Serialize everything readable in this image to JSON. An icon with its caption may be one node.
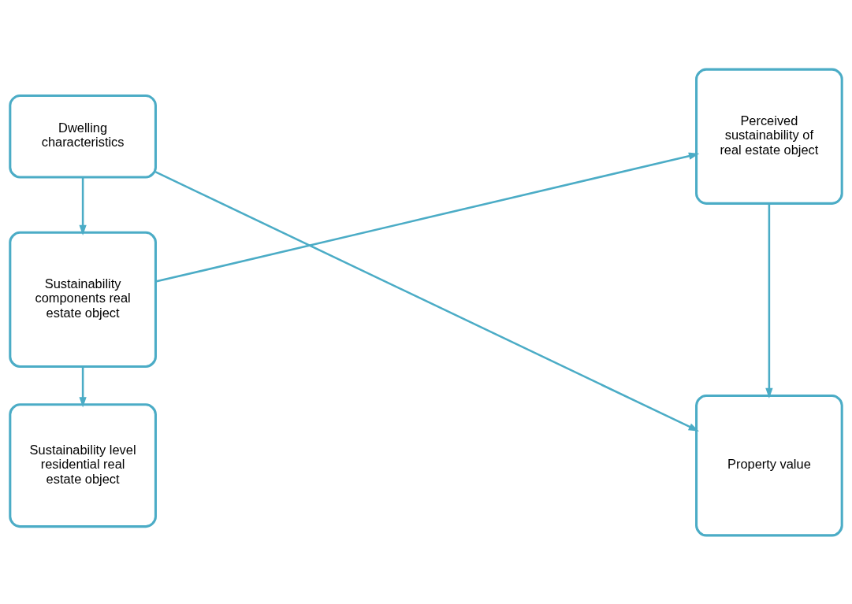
{
  "diagram": {
    "nodes": [
      {
        "text": [
          "Dwelling characteristics"
        ]
      },
      {
        "text": [
          "Sustainability components real estate object"
        ]
      },
      {
        "text": [
          "Sustainability level residential real estate object"
        ]
      },
      {
        "text": [
          "Perceived sustainability of real estate object"
        ]
      },
      {
        "text": [
          "Property value"
        ]
      }
    ],
    "edges": [
      {
        "from": 0,
        "to": 1,
        "arrow": "to"
      },
      {
        "from": 1,
        "to": 2,
        "arrow": "to"
      },
      {
        "from": 1,
        "to": 3,
        "arrow": "to"
      },
      {
        "from": 0,
        "to": 4,
        "arrow": "to"
      },
      {
        "from": 3,
        "to": 4,
        "arrow": "to"
      }
    ]
  }
}
